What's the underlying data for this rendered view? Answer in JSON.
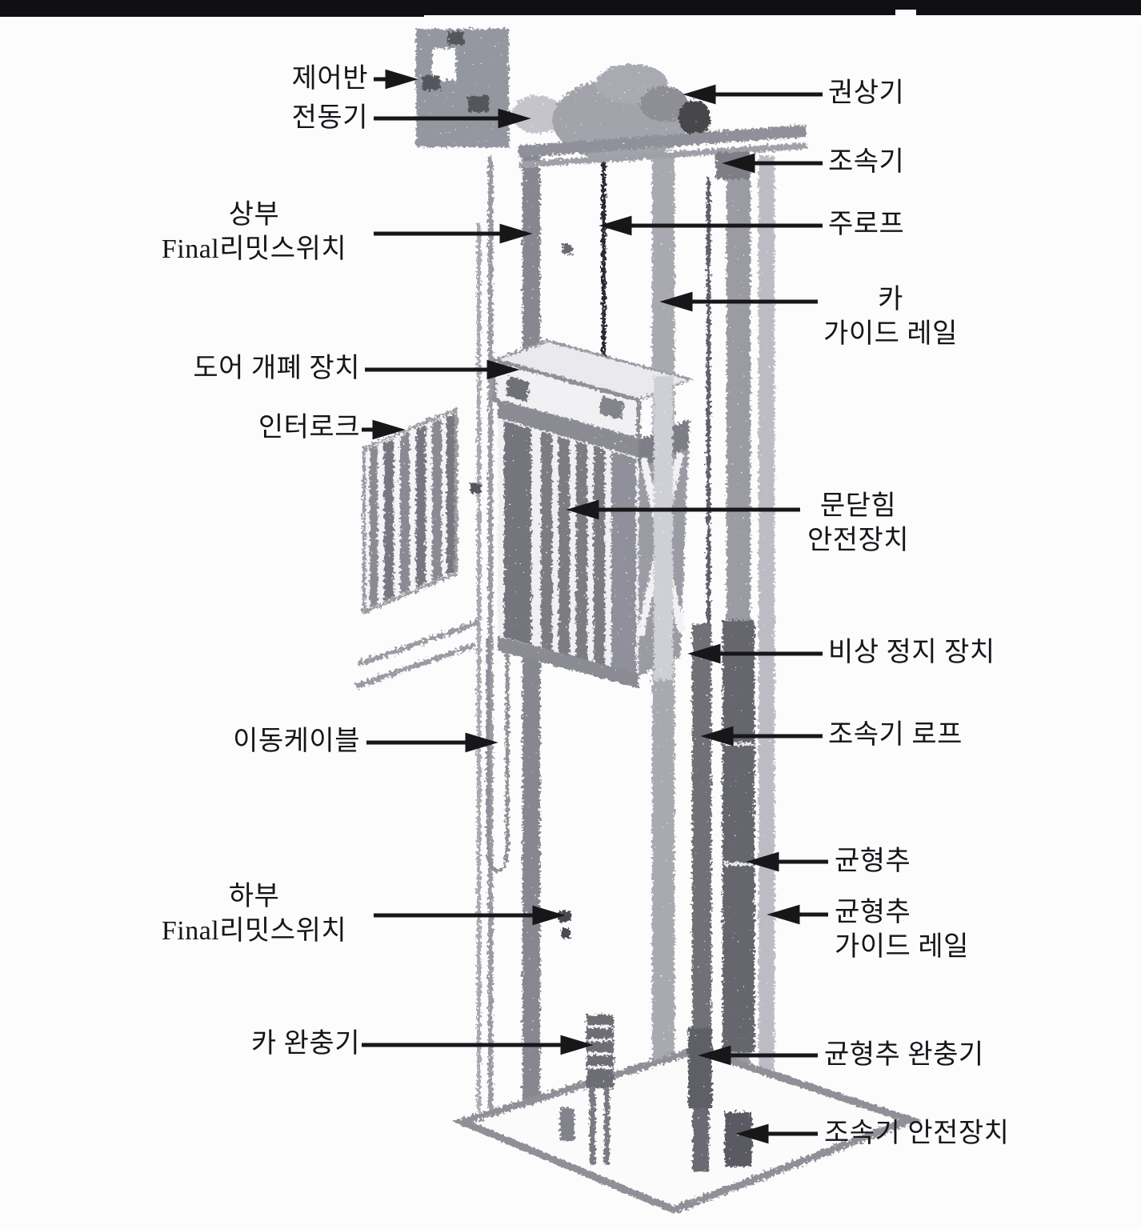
{
  "document": {
    "kind": "scanned elevator structure diagram (Korean textbook figure)",
    "palette": {
      "background": "#fcfcfc",
      "scan_bar": "#101014",
      "ink": "#15151a",
      "art_gray": "#8d8d95",
      "art_dark": "#55555c",
      "art_light": "#c3c3ca"
    }
  },
  "labels": {
    "left": [
      {
        "id": "control-panel",
        "text": "제어반"
      },
      {
        "id": "motor",
        "text": "전동기"
      },
      {
        "id": "upper-final-limit-switch",
        "line1": "상부",
        "line2": "Final리밋스위치"
      },
      {
        "id": "door-operator",
        "text": "도어 개폐 장치"
      },
      {
        "id": "interlock",
        "text": "인터로크"
      },
      {
        "id": "traveling-cable",
        "text": "이동케이블"
      },
      {
        "id": "lower-final-limit-switch",
        "line1": "하부",
        "line2": "Final리밋스위치"
      },
      {
        "id": "car-buffer",
        "text": "카 완충기"
      }
    ],
    "right": [
      {
        "id": "hoisting-machine",
        "text": "권상기"
      },
      {
        "id": "governor",
        "text": "조속기"
      },
      {
        "id": "main-rope",
        "text": "주로프"
      },
      {
        "id": "car-guide-rail",
        "line1": "카",
        "line2": "가이드 레일"
      },
      {
        "id": "door-close-safety",
        "line1": "문닫힘",
        "line2": "안전장치"
      },
      {
        "id": "emergency-stop-device",
        "text": "비상 정지 장치"
      },
      {
        "id": "governor-rope",
        "text": "조속기 로프"
      },
      {
        "id": "counterweight",
        "text": "균형추"
      },
      {
        "id": "counterweight-guide-rail",
        "line1": "균형추",
        "line2": "가이드 레일"
      },
      {
        "id": "counterweight-buffer",
        "text": "균형추 완충기"
      },
      {
        "id": "governor-safety-device",
        "text": "조속기 안전장치"
      }
    ]
  }
}
